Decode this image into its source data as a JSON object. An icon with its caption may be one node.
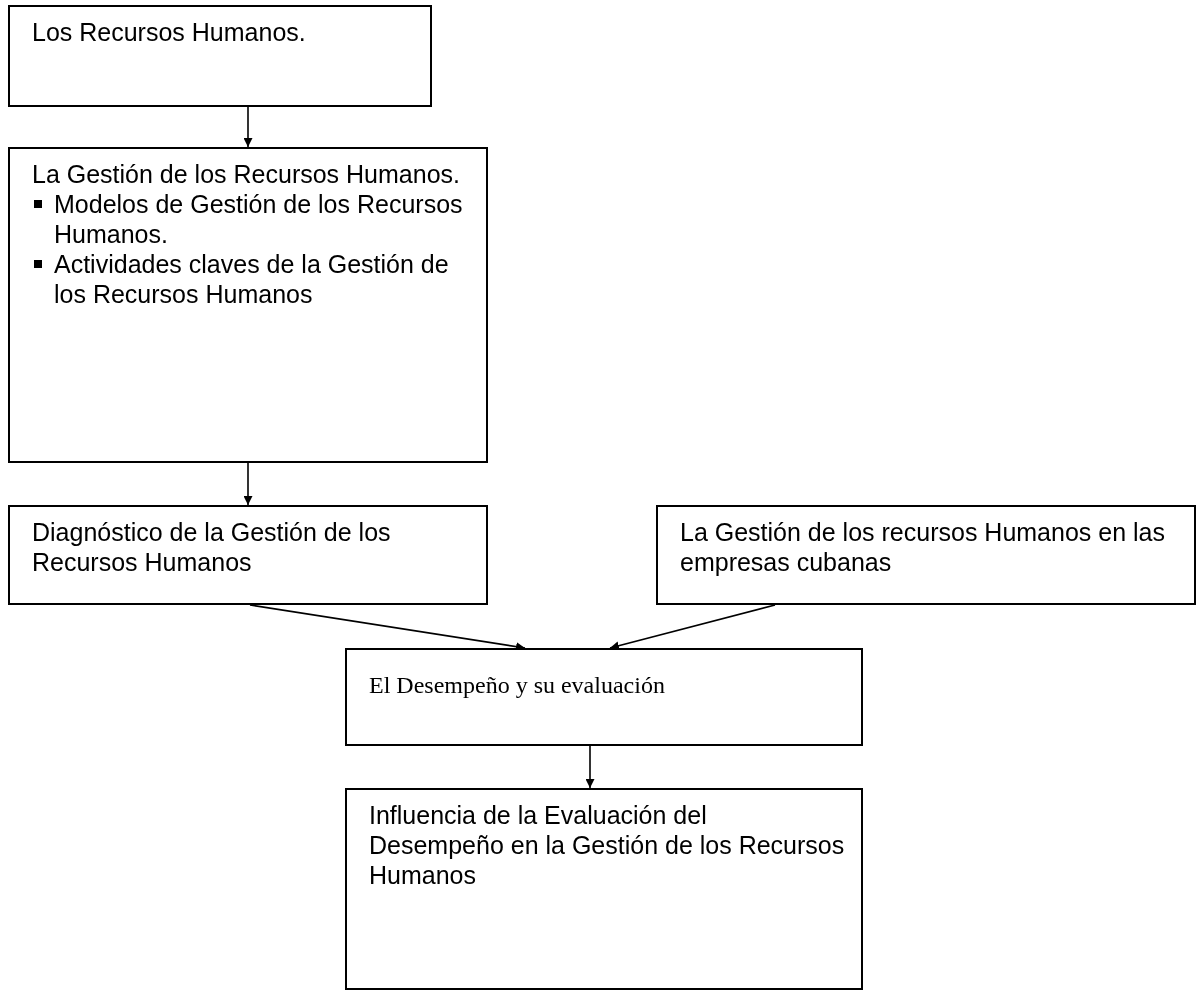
{
  "diagram": {
    "nodes": [
      {
        "text": [
          "Los Recursos Humanos."
        ]
      },
      {
        "text": [
          "La Gestión de los Recursos Humanos.",
          "Modelos de Gestión de los Recursos Humanos.",
          "Actividades claves de la Gestión de los Recursos Humanos"
        ]
      },
      {
        "text": [
          "Diagnóstico de la Gestión de los Recursos Humanos"
        ]
      },
      {
        "text": [
          "La Gestión de los recursos Humanos en las empresas cubanas"
        ]
      },
      {
        "text": [
          "El Desempeño y su evaluación"
        ]
      },
      {
        "text": [
          "Influencia de la Evaluación del Desempeño en la Gestión de los Recursos Humanos"
        ]
      }
    ],
    "edges": [
      {
        "from": 0,
        "to": 1,
        "arrow": "to"
      },
      {
        "from": 1,
        "to": 2,
        "arrow": "to"
      },
      {
        "from": 2,
        "to": 4,
        "arrow": "to"
      },
      {
        "from": 3,
        "to": 4,
        "arrow": "to"
      },
      {
        "from": 4,
        "to": 5,
        "arrow": "to"
      }
    ]
  }
}
